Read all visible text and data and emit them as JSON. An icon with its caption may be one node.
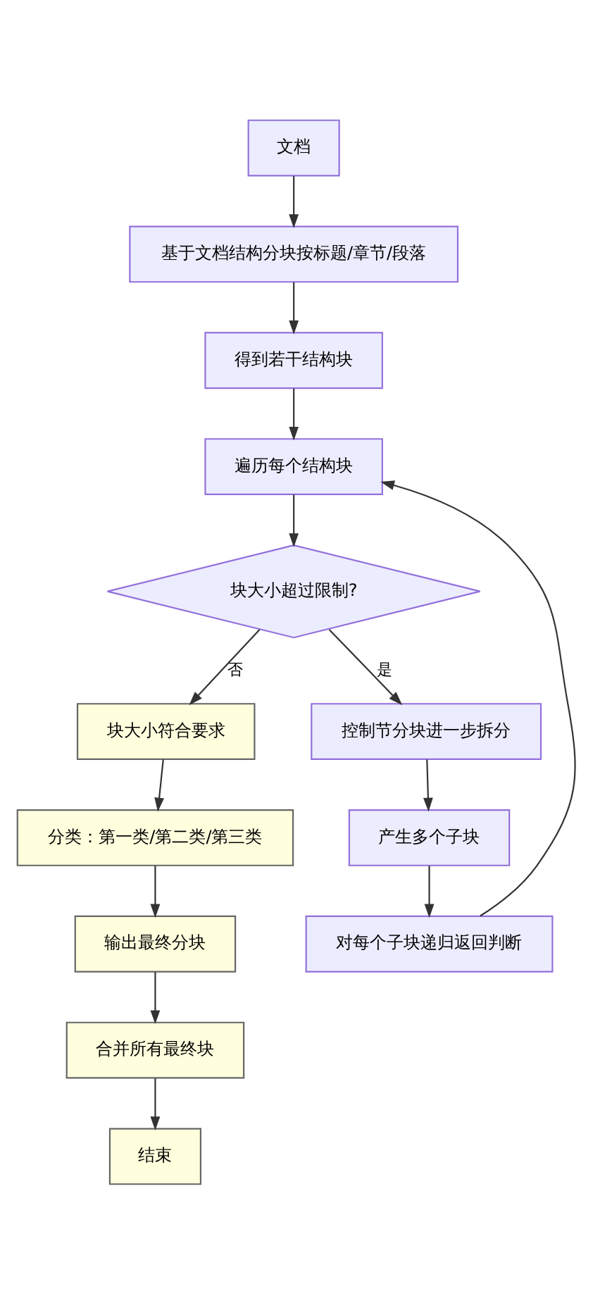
{
  "diagram": {
    "nodes": [
      {
        "text": [
          "文档"
        ]
      },
      {
        "text": [
          "基于文档结构分块按标题/章节/段落"
        ]
      },
      {
        "text": [
          "得到若干结构块"
        ]
      },
      {
        "text": [
          "遍历每个结构块"
        ]
      },
      {
        "text": [
          "块大小超过限制?"
        ]
      },
      {
        "text": [
          "块大小符合要求"
        ]
      },
      {
        "text": [
          "分类：第一类/第二类/第三类"
        ]
      },
      {
        "text": [
          "输出最终分块"
        ]
      },
      {
        "text": [
          "合并所有最终块"
        ]
      },
      {
        "text": [
          "结束"
        ]
      },
      {
        "text": [
          "控制节分块进一步拆分"
        ]
      },
      {
        "text": [
          "产生多个子块"
        ]
      },
      {
        "text": [
          "对每个子块递归返回判断"
        ]
      }
    ],
    "edges": [
      {
        "from": 0,
        "to": 1,
        "arrow": "to"
      },
      {
        "from": 1,
        "to": 2,
        "arrow": "to"
      },
      {
        "from": 2,
        "to": 3,
        "arrow": "to"
      },
      {
        "from": 3,
        "to": 4,
        "arrow": "to"
      },
      {
        "from": 4,
        "to": 5,
        "arrow": "to",
        "label": "否"
      },
      {
        "from": 4,
        "to": 10,
        "arrow": "to",
        "label": "是"
      },
      {
        "from": 5,
        "to": 6,
        "arrow": "to"
      },
      {
        "from": 6,
        "to": 7,
        "arrow": "to"
      },
      {
        "from": 7,
        "to": 8,
        "arrow": "to"
      },
      {
        "from": 8,
        "to": 9,
        "arrow": "to"
      },
      {
        "from": 10,
        "to": 11,
        "arrow": "to"
      },
      {
        "from": 11,
        "to": 12,
        "arrow": "to"
      },
      {
        "from": 12,
        "to": 3,
        "arrow": "to"
      }
    ]
  }
}
